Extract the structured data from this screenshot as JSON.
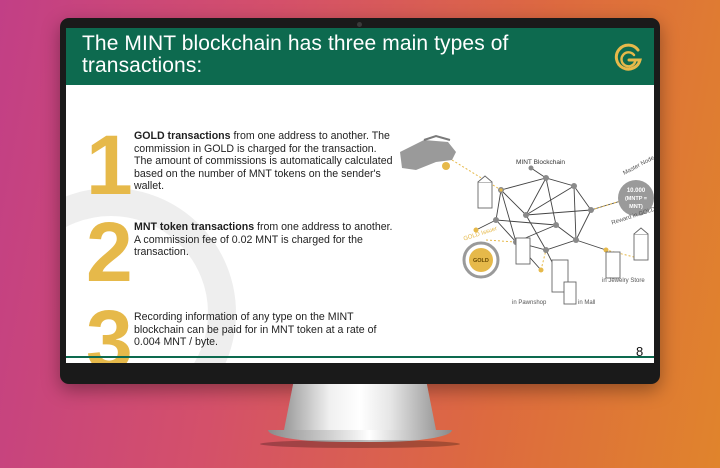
{
  "slide": {
    "title": "The MINT blockchain has three main types of transactions:",
    "page_number": "8",
    "items": [
      {
        "number": "1",
        "bold": "GOLD transactions",
        "text": " from one address to another. The commission in GOLD is charged for the transaction. The amount of commissions is automatically calculated based on the number of MNT tokens on the sender's wallet."
      },
      {
        "number": "2",
        "bold": "MNT token transactions",
        "text": " from one address to another. A commission fee of 0.02 MNT is charged for the transaction."
      },
      {
        "number": "3",
        "bold": "",
        "text": "Recording information of any type on the MINT blockchain can be paid for in MNT token at a rate of 0.004 MNT / byte."
      }
    ]
  },
  "diagram": {
    "title": "MINT Blockchain",
    "master_node_top": "Master Node Gets",
    "master_node_value_1": "10.000",
    "master_node_value_2": "(MNTP =",
    "master_node_value_3": "MNT)",
    "master_node_bottom": "Reward in GOLD",
    "gold_issuer_label": "GOLD Issuer",
    "gold_coin_label": "GOLD",
    "label_pawnshop": "in Pawnshop",
    "label_mall": "in Mall",
    "label_jewelry": "in Jewelry Store"
  },
  "colors": {
    "header_green": "#0d6a4f",
    "gold": "#e6b94a",
    "node_gray": "#8a8a8a"
  },
  "icons": {
    "logo": "goldmint-logo-icon",
    "hand": "hand-with-coin-icon",
    "building": "building-icon"
  }
}
